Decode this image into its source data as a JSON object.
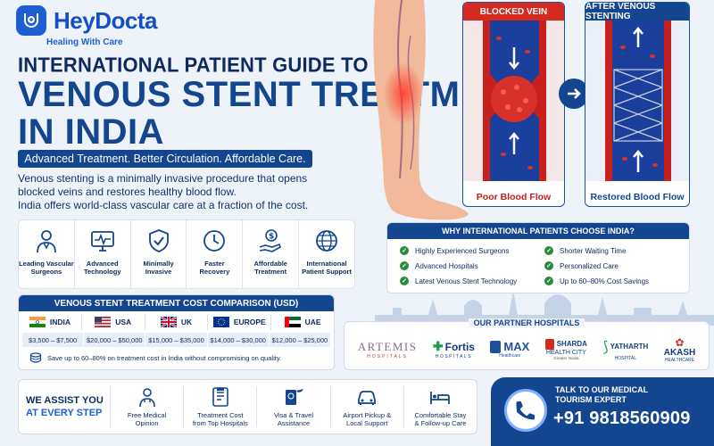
{
  "brand": {
    "name": "HeyDocta",
    "tagline": "Healing With Care"
  },
  "title": {
    "line1": "INTERNATIONAL PATIENT GUIDE TO",
    "line2": "VENOUS STENT TREATMENT",
    "line3": "IN INDIA"
  },
  "banner": "Advanced Treatment. Better Circulation. Affordable Care.",
  "description": {
    "p1a": "Venous stenting is a minimally invasive procedure that opens",
    "p1b": "blocked veins and restores healthy blood flow.",
    "p2": "India offers world-class vascular care at a fraction of the cost."
  },
  "comparison": {
    "before": {
      "title": "BLOCKED VEIN",
      "caption": "Poor Blood Flow"
    },
    "after": {
      "title": "AFTER VENOUS STENTING",
      "caption": "Restored Blood Flow"
    }
  },
  "features": [
    {
      "icon": "surgeon-icon",
      "label1": "Leading Vascular",
      "label2": "Surgeons"
    },
    {
      "icon": "monitor-icon",
      "label1": "Advanced",
      "label2": "Technology"
    },
    {
      "icon": "shield-check-icon",
      "label1": "Minimally",
      "label2": "Invasive"
    },
    {
      "icon": "clock-icon",
      "label1": "Faster",
      "label2": "Recovery"
    },
    {
      "icon": "dollar-hand-icon",
      "label1": "Affordable",
      "label2": "Treatment"
    },
    {
      "icon": "globe-icon",
      "label1": "International",
      "label2": "Patient Support"
    }
  ],
  "cost": {
    "title": "VENOUS STENT TREATMENT COST COMPARISON (USD)",
    "countries": [
      {
        "name": "INDIA",
        "price": "$3,500 – $7,500"
      },
      {
        "name": "USA",
        "price": "$20,000 – $50,000"
      },
      {
        "name": "UK",
        "price": "$15,000 – $35,000"
      },
      {
        "name": "EUROPE",
        "price": "$14,000 – $30,000"
      },
      {
        "name": "UAE",
        "price": "$12,000 – $25,000"
      }
    ],
    "savings": "Save up to 60–80% on treatment cost in India without compromising on quality."
  },
  "why": {
    "title": "WHY INTERNATIONAL PATIENTS CHOOSE INDIA?",
    "items": [
      "Highly Experienced Surgeons",
      "Shorter Waiting Time",
      "Advanced Hospitals",
      "Personalized Care",
      "Latest Venous Stent Technology",
      "Up to 60–80% Cost Savings"
    ]
  },
  "partners": {
    "title": "OUR PARTNER HOSPITALS",
    "artemis": {
      "name": "ARTEMIS",
      "sub": "HOSPITALS"
    },
    "fortis": {
      "name": "Fortis",
      "sub": "HOSPITALS"
    },
    "max": {
      "name": "MAX",
      "sub": "Healthcare"
    },
    "sharda": {
      "name": "SHARDA",
      "sub": "HEALTH CITY",
      "sub2": "Greater Noida"
    },
    "yatharth": {
      "name": "YATHARTH",
      "sub": "HOSPITAL"
    },
    "akash": {
      "name": "AKASH",
      "sub": "HEALTHCARE"
    }
  },
  "assist": {
    "title1": "WE ASSIST YOU",
    "title2": "AT EVERY STEP",
    "items": [
      {
        "icon": "doctor-icon",
        "label1": "Free Medical",
        "label2": "Opinion"
      },
      {
        "icon": "cost-sheet-icon",
        "label1": "Treatment Cost",
        "label2": "from Top Hospitals"
      },
      {
        "icon": "passport-plane-icon",
        "label1": "Visa & Travel",
        "label2": "Assistance"
      },
      {
        "icon": "car-icon",
        "label1": "Airport Pickup &",
        "label2": "Local Support"
      },
      {
        "icon": "bed-icon",
        "label1": "Comfortable Stay",
        "label2": "& Follow-up Care"
      }
    ]
  },
  "contact": {
    "line1": "TALK TO OUR MEDICAL",
    "line2": "TOURISM EXPERT",
    "phone": "+91 9818560909"
  },
  "colors": {
    "primary": "#13468f",
    "accent": "#1d5fd1",
    "blocked_head": "#d52a1f",
    "green": "#2c8a3e"
  }
}
